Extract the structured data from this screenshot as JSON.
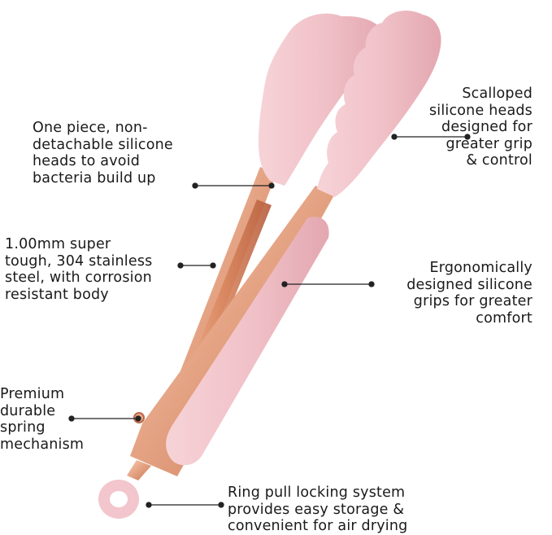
{
  "callouts": {
    "one_piece": {
      "lines": [
        "One piece, non-",
        "detachable silicone",
        "heads to avoid",
        "bacteria build up"
      ]
    },
    "scalloped": {
      "lines": [
        "Scalloped",
        "silicone heads",
        "designed for",
        "greater grip",
        "& control"
      ]
    },
    "steel": {
      "lines": [
        "1.00mm super",
        "tough, 304 stainless",
        "steel, with corrosion",
        "resistant body"
      ]
    },
    "ergonomic": {
      "lines": [
        "Ergonomically",
        "designed silicone",
        "grips for greater",
        "comfort"
      ]
    },
    "spring": {
      "lines": [
        "Premium",
        "durable",
        "spring",
        "mechanism"
      ]
    },
    "ring": {
      "lines": [
        "Ring pull locking system",
        "provides easy storage &",
        "convenient for air drying"
      ]
    }
  },
  "colors": {
    "silicone_pink": "#f2c6cc",
    "silicone_shade": "#e6aeb6",
    "rose_gold": "#e8a98a",
    "rose_gold_dark": "#c9785a",
    "leader_line": "#222222"
  }
}
